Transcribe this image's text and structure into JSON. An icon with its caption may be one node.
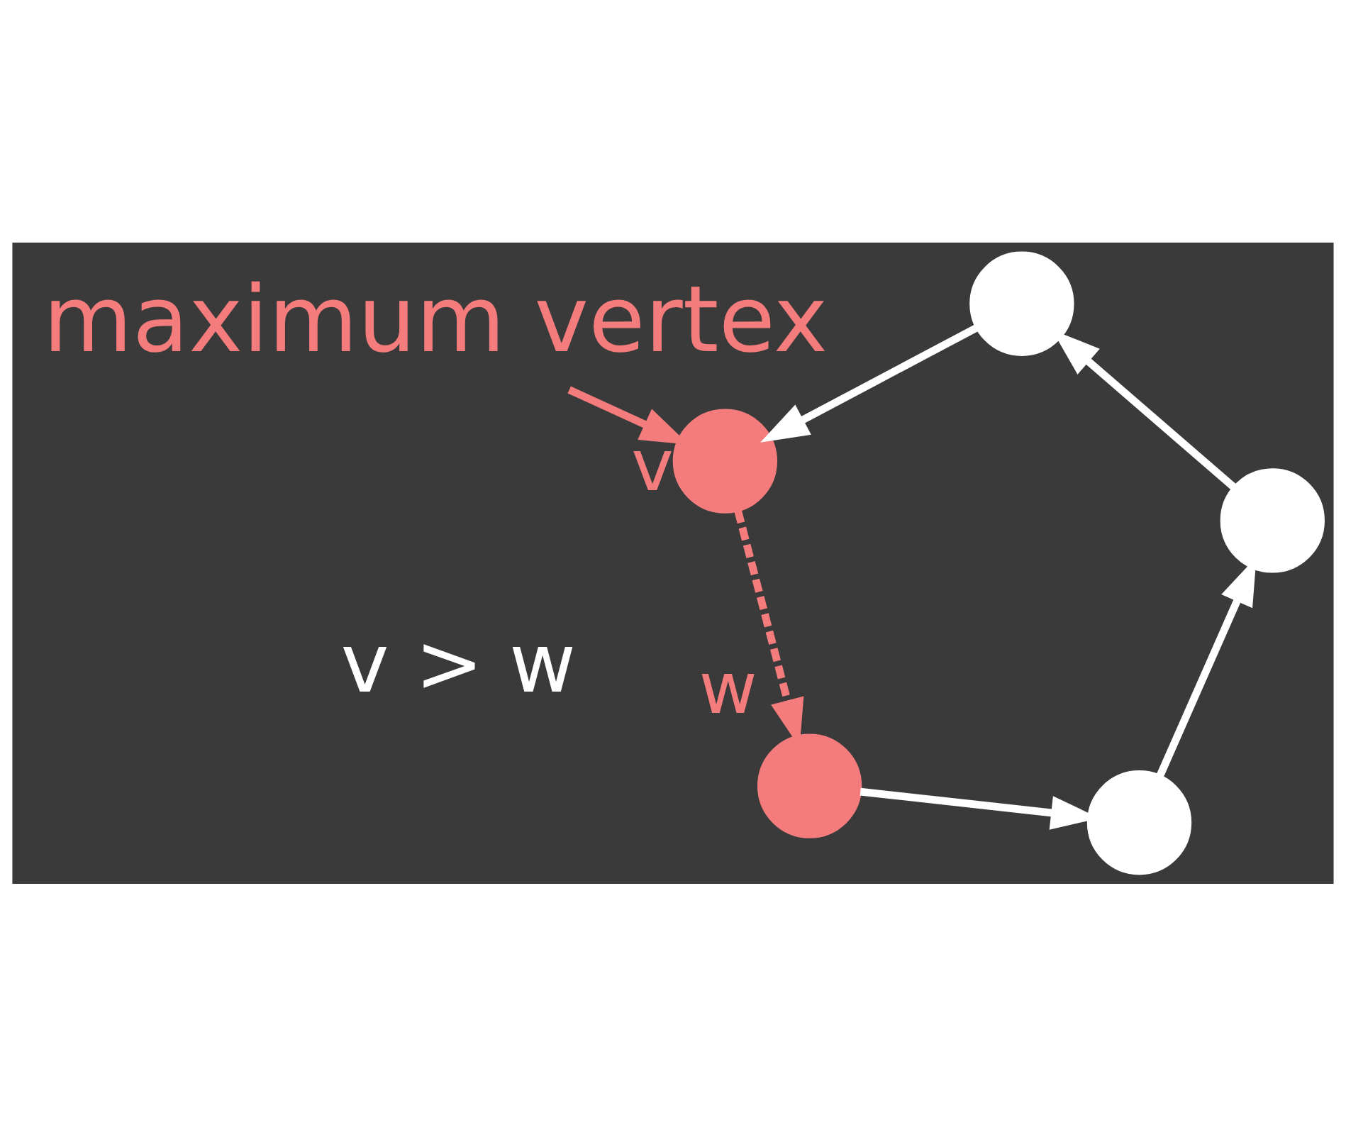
{
  "diagram": {
    "nodes": [
      {
        "text": [],
        "shape": "circle"
      },
      {
        "text": [],
        "shape": "circle"
      },
      {
        "text": [],
        "shape": "circle",
        "beside": [
          "w"
        ]
      },
      {
        "text": [],
        "shape": "circle"
      },
      {
        "text": [],
        "shape": "circle",
        "beside": [
          "v"
        ]
      },
      {
        "text": [
          "maximum vertex"
        ]
      }
    ],
    "edges": [
      {
        "from": 2,
        "to": 0,
        "arrow": "to"
      },
      {
        "from": 0,
        "to": 1,
        "arrow": "to"
      },
      {
        "from": 1,
        "to": 3,
        "arrow": "to"
      },
      {
        "from": 3,
        "to": 4,
        "arrow": "to"
      },
      {
        "from": 4,
        "to": 2,
        "arrow": "to",
        "style": "dashed",
        "color": "#f47c7c"
      },
      {
        "from": 5,
        "to": 4,
        "arrow": "to",
        "color": "#f47c7c"
      }
    ],
    "labels": [
      "v > w"
    ]
  }
}
